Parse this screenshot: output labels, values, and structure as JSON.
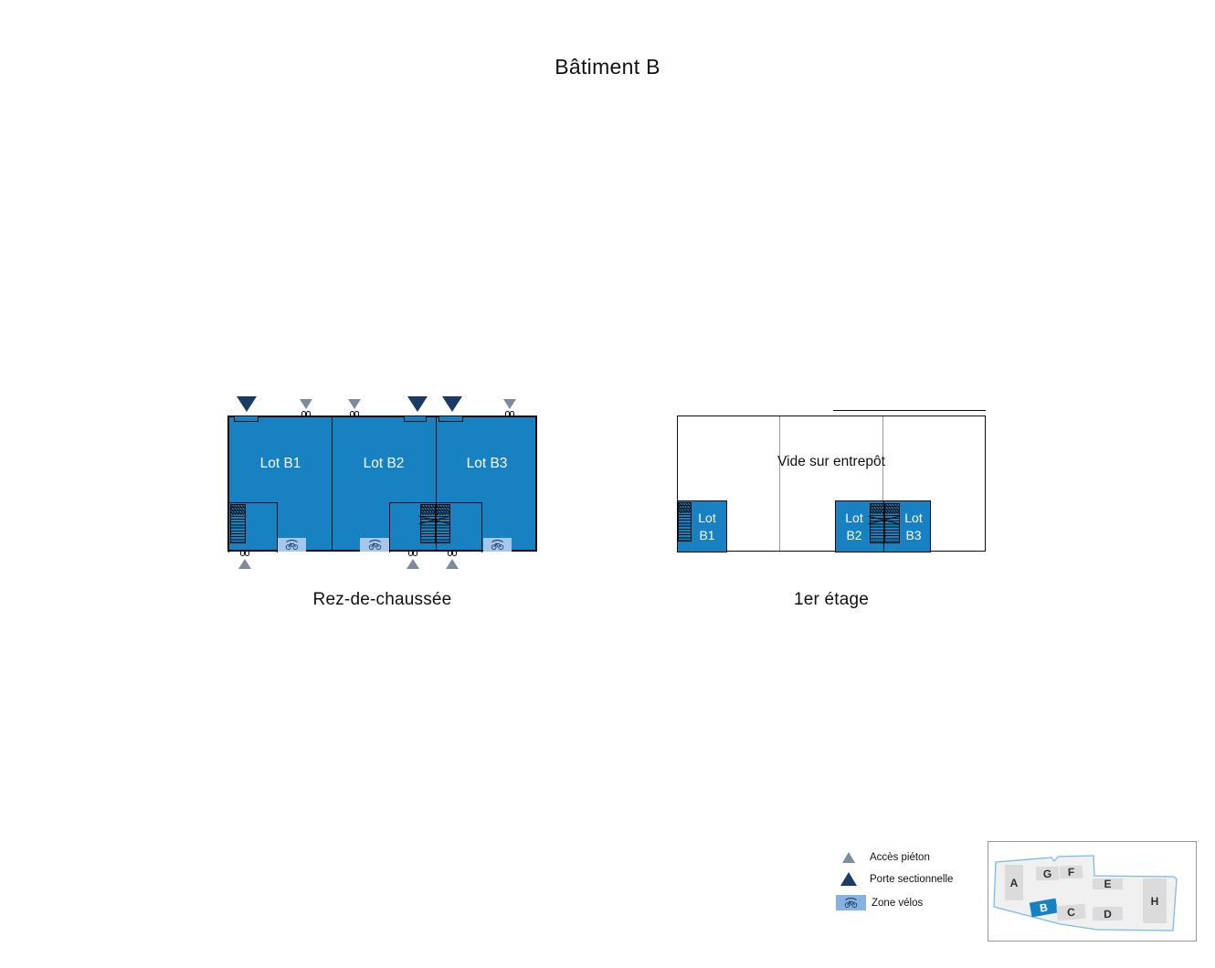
{
  "title": "Bâtiment B",
  "colors": {
    "lot-blue": "#1781C2",
    "navy": "#1C3A66",
    "gray-triangle": "#7C8B9D",
    "bike-zone": "#A6C6EA",
    "legend-swatch": "#85B2E0",
    "divider-gray": "#9A9A9A",
    "map-building": "#DBDBDB",
    "map-site-fill": "#F0F0F0",
    "map-site-stroke": "#7BBCE4"
  },
  "ground_floor": {
    "label": "Rez-de-chaussée",
    "lots": [
      {
        "label": "Lot B1"
      },
      {
        "label": "Lot B2"
      },
      {
        "label": "Lot B3"
      }
    ]
  },
  "first_floor": {
    "label": "1er étage",
    "void_label": "Vide sur entrepôt",
    "lots": [
      {
        "line1": "Lot",
        "line2": "B1"
      },
      {
        "line1": "Lot",
        "line2": "B2"
      },
      {
        "line1": "Lot",
        "line2": "B3"
      }
    ]
  },
  "legend": {
    "pedestrian": "Accès piéton",
    "sectional": "Porte sectionnelle",
    "bike": "Zone vélos"
  },
  "minimap": {
    "buildings": [
      {
        "label": "A",
        "highlighted": false
      },
      {
        "label": "G",
        "highlighted": false
      },
      {
        "label": "F",
        "highlighted": false
      },
      {
        "label": "E",
        "highlighted": false
      },
      {
        "label": "H",
        "highlighted": false
      },
      {
        "label": "B",
        "highlighted": true
      },
      {
        "label": "C",
        "highlighted": false
      },
      {
        "label": "D",
        "highlighted": false
      }
    ]
  }
}
